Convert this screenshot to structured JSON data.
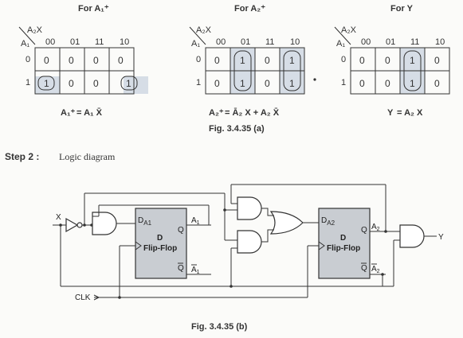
{
  "kmaps": [
    {
      "title": "For A₁⁺",
      "corner_top": "A₂X",
      "corner_left": "A₁",
      "cols": [
        "00",
        "01",
        "11",
        "10"
      ],
      "rows": [
        "0",
        "1"
      ],
      "cells": [
        [
          "0",
          "0",
          "0",
          "0"
        ],
        [
          "1",
          "0",
          "0",
          "1"
        ]
      ],
      "equation_lhs": "A₁⁺",
      "equation_rhs": "= A₁ X̄"
    },
    {
      "title": "For A₂⁺",
      "corner_top": "A₂X",
      "corner_left": "A₁",
      "cols": [
        "00",
        "01",
        "11",
        "10"
      ],
      "rows": [
        "0",
        "1"
      ],
      "cells": [
        [
          "0",
          "1",
          "0",
          "1"
        ],
        [
          "0",
          "1",
          "0",
          "1"
        ]
      ],
      "equation_lhs": "A₂⁺",
      "equation_rhs": "= Ā₂ X + A₂ X̄"
    },
    {
      "title": "For Y",
      "corner_top": "A₂X",
      "corner_left": "A₁",
      "cols": [
        "00",
        "01",
        "11",
        "10"
      ],
      "rows": [
        "0",
        "1"
      ],
      "cells": [
        [
          "0",
          "0",
          "1",
          "0"
        ],
        [
          "0",
          "0",
          "1",
          "0"
        ]
      ],
      "equation_lhs": "Y",
      "equation_rhs": "= A₂ X"
    }
  ],
  "caption_a": "Fig. 3.4.35 (a)",
  "step": {
    "label": "Step 2 :",
    "text": "Logic diagram"
  },
  "diagram": {
    "input_x": "X",
    "clk": "CLK",
    "output_y": "Y",
    "ff1": {
      "d": "D",
      "d_sub": "A1",
      "q": "Q",
      "qbar": "Q",
      "name_d": "D",
      "name_ff": "Flip-Flop",
      "out": "A",
      "out_sub": "1",
      "outbar": "A",
      "outbar_sub": "1"
    },
    "ff2": {
      "d": "D",
      "d_sub": "A2",
      "q": "Q",
      "qbar": "Q",
      "name_d": "D",
      "name_ff": "Flip-Flop",
      "out": "A",
      "out_sub": "2",
      "outbar": "A",
      "outbar_sub": "2"
    }
  },
  "caption_b": "Fig. 3.4.35 (b)",
  "colors": {
    "cell_shade": "#d6dde6",
    "ff_fill": "#c9cdd2",
    "ink": "#333333"
  }
}
